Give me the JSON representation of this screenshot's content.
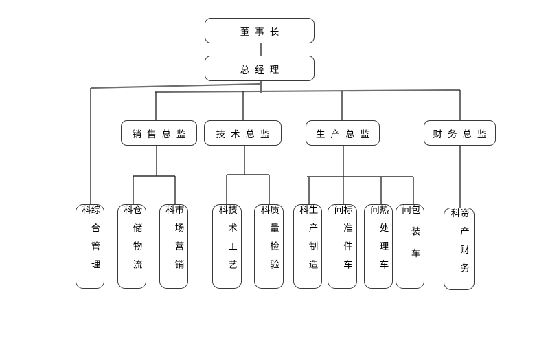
{
  "page": {
    "background_color": "#ffffff",
    "connector_color": "#3a3a3a",
    "box_border_color": "#3a3a3a"
  },
  "org_chart": {
    "type": "organization-chart",
    "chairman": {
      "label": "董事长"
    },
    "general_manager": {
      "label": "总经理",
      "reports_to": "董事长"
    },
    "directors": [
      {
        "label": "销售总监",
        "reports_to": "总经理"
      },
      {
        "label": "技术总监",
        "reports_to": "总经理"
      },
      {
        "label": "生产总监",
        "reports_to": "总经理"
      },
      {
        "label": "财务总监",
        "reports_to": "总经理"
      }
    ],
    "departments": [
      {
        "label": "综合管理科",
        "reports_to": "总经理"
      },
      {
        "label": "仓储物流科",
        "reports_to": "销售总监"
      },
      {
        "label": "市场营销科",
        "reports_to": "销售总监"
      },
      {
        "label": "技术工艺科",
        "reports_to": "技术总监"
      },
      {
        "label": "质量检验科",
        "reports_to": "技术总监"
      },
      {
        "label": "生产制造科",
        "reports_to": "生产总监"
      },
      {
        "label": "标准件车间",
        "reports_to": "生产总监"
      },
      {
        "label": "热处理车间",
        "reports_to": "生产总监"
      },
      {
        "label": "包装车间",
        "reports_to": "生产总监"
      },
      {
        "label": "资产财务科",
        "reports_to": "财务总监"
      }
    ]
  }
}
